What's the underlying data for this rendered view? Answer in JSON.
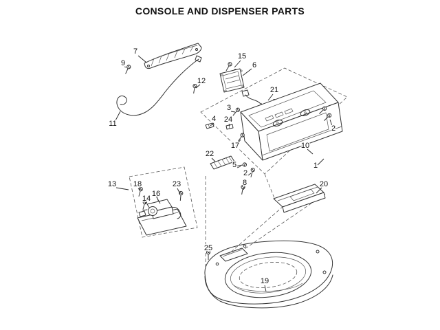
{
  "title": "CONSOLE AND DISPENSER PARTS",
  "callouts": {
    "c1": "1",
    "c2a": "2",
    "c2b": "2",
    "c3": "3",
    "c4": "4",
    "c5": "5",
    "c6": "6",
    "c7": "7",
    "c8": "8",
    "c9": "9",
    "c10": "10",
    "c11": "11",
    "c12": "12",
    "c13": "13",
    "c14": "14",
    "c15": "15",
    "c16": "16",
    "c17": "17",
    "c18": "18",
    "c19": "19",
    "c20": "20",
    "c21": "21",
    "c22": "22",
    "c23": "23",
    "c24": "24",
    "c25": "25"
  }
}
